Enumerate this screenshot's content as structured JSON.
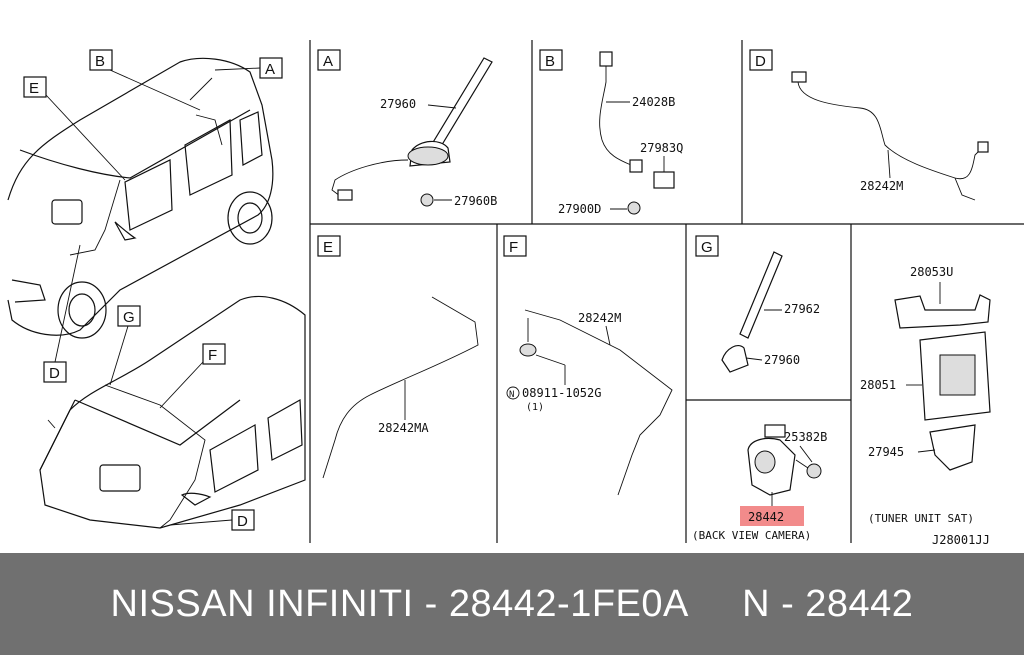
{
  "panels": {
    "A": {
      "letter": "A",
      "parts": [
        "27960",
        "27960B"
      ]
    },
    "B": {
      "letter": "B",
      "parts": [
        "24028B",
        "27983Q",
        "27900D"
      ]
    },
    "D": {
      "letter": "D",
      "parts": [
        "28242M"
      ]
    },
    "E": {
      "letter": "E",
      "parts": [
        "28242MA"
      ]
    },
    "F": {
      "letter": "F",
      "parts": [
        "28242M",
        "08911-1052G",
        "(1)"
      ]
    },
    "G": {
      "letter": "G",
      "parts": [
        "27962",
        "27960"
      ]
    },
    "camera": {
      "parts": [
        "25382B",
        "28442"
      ],
      "caption": "(BACK VIEW CAMERA)",
      "highlight_color": "#f28b8b"
    },
    "tuner": {
      "parts": [
        "28053U",
        "28051",
        "27945"
      ],
      "caption": "(TUNER UNIT SAT)"
    }
  },
  "overview": {
    "callouts": [
      "A",
      "B",
      "E",
      "D",
      "G",
      "F",
      "D"
    ]
  },
  "diagram_code": "J28001JJ",
  "nut_symbol": "N",
  "banner": {
    "text": "NISSAN INFINITI - 28442-1FE0A     N - 28442",
    "background": "#707070",
    "color": "#ffffff"
  }
}
